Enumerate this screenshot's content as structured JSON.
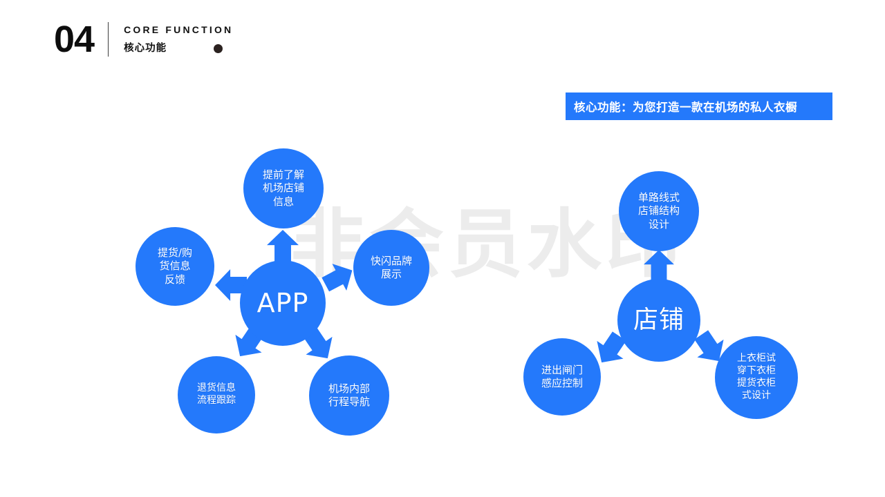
{
  "slide": {
    "background_color": "#ffffff",
    "accent_color": "#2479fb",
    "watermark_text": "非会员水印"
  },
  "header": {
    "number": "04",
    "title_en": "CORE   FUNCTION",
    "title_cn": "核心功能",
    "dot_icon": "bullet-dot-icon"
  },
  "banner": {
    "text": "核心功能：为您打造一款在机场的私人衣橱",
    "background_color": "#2479fb",
    "text_color": "#ffffff"
  },
  "diagram": {
    "clusters": [
      {
        "id": "app-cluster",
        "hub": {
          "label": "APP",
          "font_size": 38
        },
        "nodes": [
          {
            "id": "node-app-top",
            "label": "提前了解\n机场店铺\n信息",
            "font_size": 15
          },
          {
            "id": "node-app-left",
            "label": "提货/购\n货信息\n反馈",
            "font_size": 15
          },
          {
            "id": "node-app-right",
            "label": "快闪品牌\n展示",
            "font_size": 15
          },
          {
            "id": "node-app-bottomleft",
            "label": "退货信息\n流程跟踪",
            "font_size": 14
          },
          {
            "id": "node-app-bottomright",
            "label": "机场内部\n行程导航",
            "font_size": 15
          }
        ],
        "arrows": [
          {
            "id": "arrow-app-up",
            "direction": "up"
          },
          {
            "id": "arrow-app-upleft",
            "direction": "up-left"
          },
          {
            "id": "arrow-app-upright",
            "direction": "up-right"
          },
          {
            "id": "arrow-app-downleft",
            "direction": "down-left"
          },
          {
            "id": "arrow-app-downright",
            "direction": "down-right"
          }
        ]
      },
      {
        "id": "shop-cluster",
        "hub": {
          "label": "店铺",
          "font_size": 36
        },
        "nodes": [
          {
            "id": "node-shop-top",
            "label": "单路线式\n店铺结构\n设计",
            "font_size": 15
          },
          {
            "id": "node-shop-bottomleft",
            "label": "进出闸门\n感应控制",
            "font_size": 15
          },
          {
            "id": "node-shop-bottomright",
            "label": "上衣柜试\n穿下衣柜\n提货衣柜\n式设计",
            "font_size": 14
          }
        ],
        "arrows": [
          {
            "id": "arrow-shop-up",
            "direction": "up"
          },
          {
            "id": "arrow-shop-downleft",
            "direction": "down-left"
          },
          {
            "id": "arrow-shop-downright",
            "direction": "down-right"
          }
        ]
      }
    ]
  }
}
